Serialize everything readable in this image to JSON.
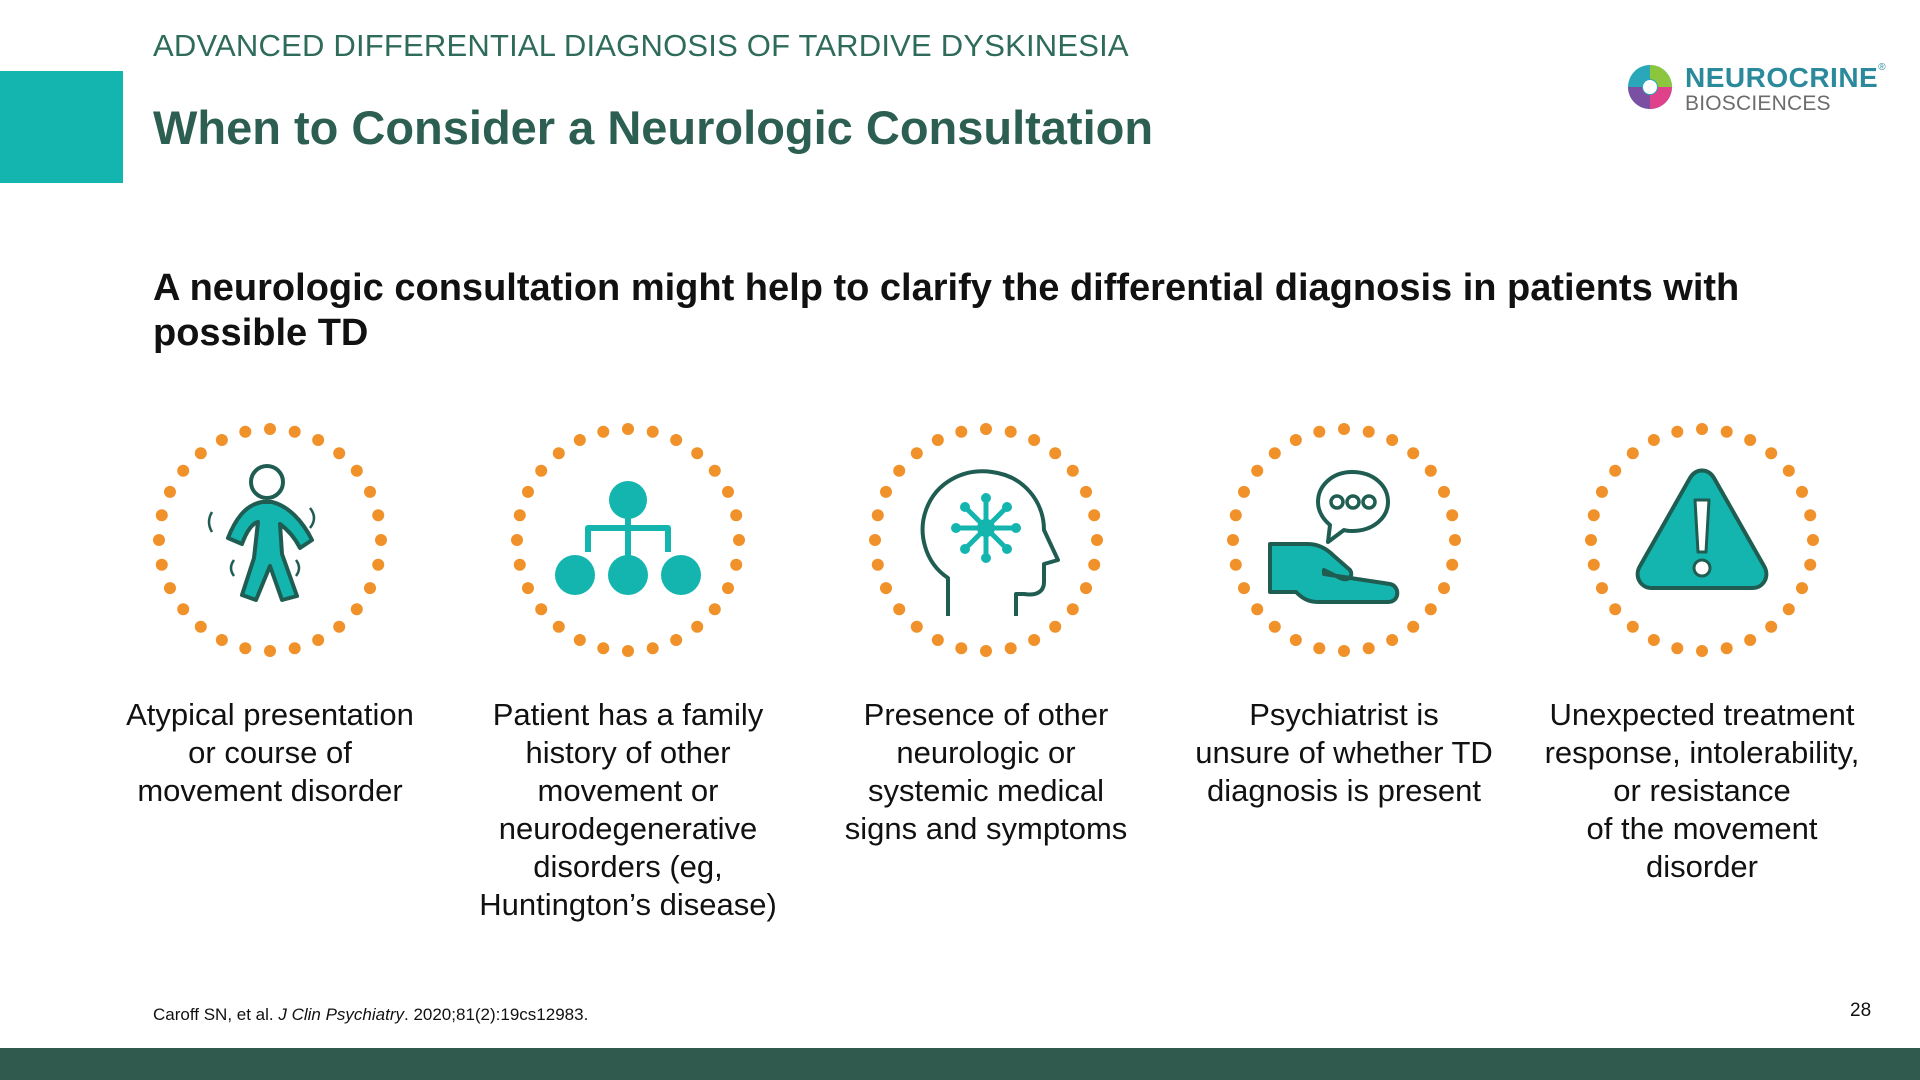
{
  "header": {
    "kicker": "ADVANCED DIFFERENTIAL DIAGNOSIS OF TARDIVE DYSKINESIA",
    "title": "When to Consider a Neurologic Consultation"
  },
  "logo": {
    "name": "NEUROCRINE",
    "trademark": "®",
    "sub": "BIOSCIENCES"
  },
  "lead": "A neurologic consultation might help to clarify the differential diagnosis in patients with possible TD",
  "items": [
    {
      "icon": "person-movement-icon",
      "caption": "Atypical presentation\nor course of\nmovement disorder"
    },
    {
      "icon": "family-tree-icon",
      "caption": "Patient has a family\nhistory of other\nmovement or\nneurodegenerative\ndisorders (eg,\nHuntington’s disease)"
    },
    {
      "icon": "head-brain-icon",
      "caption": "Presence of other\nneurologic or\nsystemic medical\nsigns and symptoms"
    },
    {
      "icon": "hand-speech-bubble-icon",
      "caption": "Psychiatrist is\nunsure of whether TD\ndiagnosis is present"
    },
    {
      "icon": "warning-triangle-icon",
      "caption": "Unexpected treatment\nresponse, intolerability,\nor resistance\nof the movement\ndisorder"
    }
  ],
  "citation": {
    "authors": "Caroff SN, et al. ",
    "journal": "J Clin Psychiatry",
    "rest": ". 2020;81(2):19cs12983."
  },
  "page_number": "28",
  "colors": {
    "teal": "#14b5ae",
    "dark_green": "#2c5f52",
    "orange_dots": "#f0912a",
    "footer": "#2f5a4d"
  }
}
